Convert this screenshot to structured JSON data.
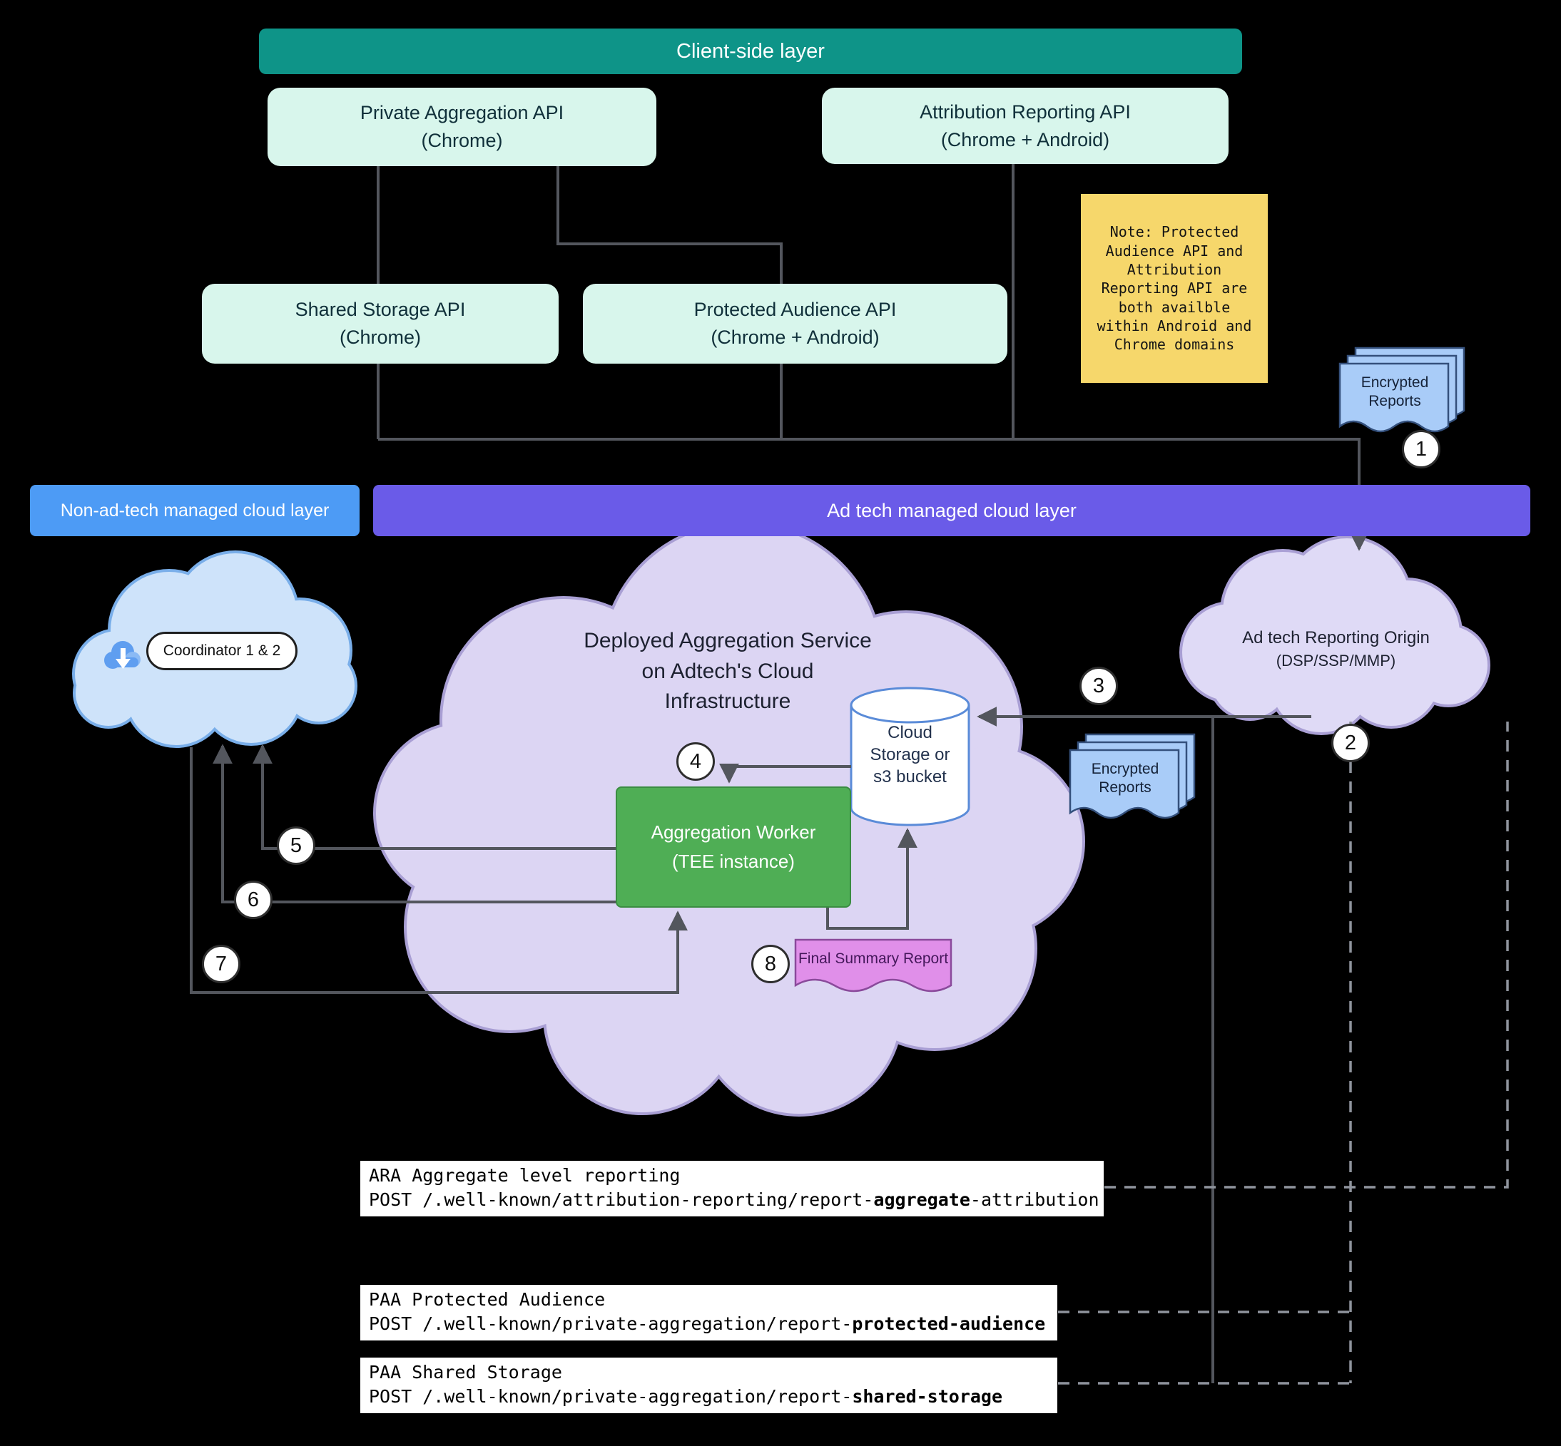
{
  "colors": {
    "background": "#000000",
    "client_layer_bar": "#0e9488",
    "api_box": "#d8f6ec",
    "note_box": "#f6d76b",
    "non_adtech_bar": "#4d9bf5",
    "adtech_bar": "#6a5be8",
    "coordinator_cloud": "#cee3fa",
    "aggregation_cloud": "#dcd5f3",
    "reporting_cloud": "#dfdaf6",
    "worker_box": "#4fae55",
    "encrypted_reports_doc": "#a9ccf8",
    "final_summary_doc": "#e08fe9",
    "connector": "#53565d"
  },
  "header": {
    "client_layer_label": "Client-side layer"
  },
  "api_boxes": {
    "private_aggregation": {
      "line1": "Private Aggregation API",
      "line2": "(Chrome)"
    },
    "attribution_reporting": {
      "line1": "Attribution Reporting API",
      "line2": "(Chrome + Android)"
    },
    "shared_storage": {
      "line1": "Shared Storage API",
      "line2": "(Chrome)"
    },
    "protected_audience": {
      "line1": "Protected Audience API",
      "line2": "(Chrome + Android)"
    }
  },
  "note": {
    "text": "Note: Protected Audience API and Attribution Reporting API are both availble within Android and Chrome domains"
  },
  "layers": {
    "non_adtech_label": "Non-ad-tech managed cloud layer",
    "adtech_label": "Ad tech managed cloud layer"
  },
  "coordinator": {
    "label": "Coordinator 1 & 2"
  },
  "aggregation_service": {
    "title_line1": "Deployed Aggregation Service",
    "title_line2": "on Adtech's Cloud",
    "title_line3": "Infrastructure",
    "storage_line1": "Cloud",
    "storage_line2": "Storage or",
    "storage_line3": "s3 bucket",
    "worker_line1": "Aggregation Worker",
    "worker_line2": "(TEE instance)"
  },
  "reporting_origin": {
    "line1": "Ad tech Reporting Origin",
    "line2": "(DSP/SSP/MMP)"
  },
  "documents": {
    "encrypted_reports_top": "Encrypted Reports",
    "encrypted_reports_mid": "Encrypted Reports",
    "final_summary_report": "Final Summary Report"
  },
  "steps": [
    "1",
    "2",
    "3",
    "4",
    "5",
    "6",
    "7",
    "8"
  ],
  "endpoints": [
    {
      "title": "ARA Aggregate level reporting",
      "post_prefix": "POST /.well-known/attribution-reporting/report-",
      "post_bold": "aggregate",
      "post_suffix": "-attribution"
    },
    {
      "title": "PAA Protected Audience",
      "post_prefix": "POST /.well-known/private-aggregation/report-",
      "post_bold": "protected-audience",
      "post_suffix": ""
    },
    {
      "title": "PAA Shared Storage",
      "post_prefix": "POST /.well-known/private-aggregation/report-",
      "post_bold": "shared-storage",
      "post_suffix": ""
    }
  ]
}
